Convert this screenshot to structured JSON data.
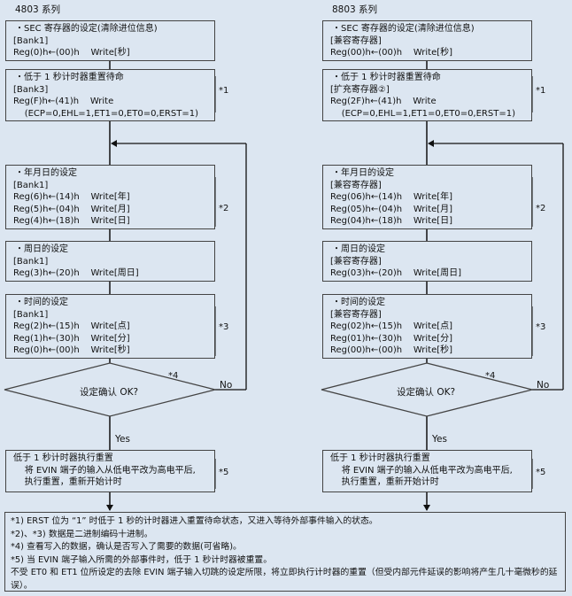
{
  "columns": [
    {
      "title": "4803 系列",
      "box1": [
        "・SEC 寄存器的设定(清除进位信息)",
        "[Bank1]",
        "Reg(0)h←(00)h    Write[秒]"
      ],
      "box2": [
        "・低于 1 秒计时器重置待命",
        "[Bank3]",
        "Reg(F)h←(41)h    Write",
        "    (ECP=0,EHL=1,ET1=0,ET0=0,ERST=1)"
      ],
      "box3": [
        "・年月日的设定",
        "[Bank1]",
        "Reg(6)h←(14)h    Write[年]",
        "Reg(5)h←(04)h    Write[月]",
        "Reg(4)h←(18)h    Write[日]"
      ],
      "box4": [
        "・周日的设定",
        "[Bank1]",
        "Reg(3)h←(20)h    Write[周日]"
      ],
      "box5": [
        "・时间的设定",
        "[Bank1]",
        "Reg(2)h←(15)h    Write[点]",
        "Reg(1)h←(30)h    Write[分]",
        "Reg(0)h←(00)h    Write[秒]"
      ],
      "decision": "设定确认 OK?",
      "yes": "Yes",
      "no": "No",
      "box6": [
        "低于 1 秒计时器执行重置",
        "    将 EVIN 端子的输入从低电平改为高电平后,",
        "    执行重置，重新开始计时"
      ],
      "marks": [
        "*1",
        "*2",
        "*3",
        "*4",
        "*5"
      ]
    },
    {
      "title": "8803 系列",
      "box1": [
        "・SEC 寄存器的设定(清除进位信息)",
        "[兼容寄存器]",
        "Reg(00)h←(00)h    Write[秒]"
      ],
      "box2": [
        "・低于 1 秒计时器重置待命",
        "[扩充寄存器②]",
        "Reg(2F)h←(41)h    Write",
        "    (ECP=0,EHL=1,ET1=0,ET0=0,ERST=1)"
      ],
      "box3": [
        "・年月日的设定",
        "[兼容寄存器]",
        "Reg(06)h←(14)h    Write[年]",
        "Reg(05)h←(04)h    Write[月]",
        "Reg(04)h←(18)h    Write[日]"
      ],
      "box4": [
        "・周日的设定",
        "[兼容寄存器]",
        "Reg(03)h←(20)h    Write[周日]"
      ],
      "box5": [
        "・时间的设定",
        "[兼容寄存器]",
        "Reg(02)h←(15)h    Write[点]",
        "Reg(01)h←(30)h    Write[分]",
        "Reg(00)h←(00)h    Write[秒]"
      ],
      "decision": "设定确认 OK?",
      "yes": "Yes",
      "no": "No",
      "box6": [
        "低于 1 秒计时器执行重置",
        "    将 EVIN 端子的输入从低电平改为高电平后,",
        "    执行重置，重新开始计时"
      ],
      "marks": [
        "*1",
        "*2",
        "*3",
        "*4",
        "*5"
      ]
    }
  ],
  "notes": [
    "*1)   ERST 位为 “1” 时低于 1 秒的计时器进入重置待命状态，又进入等待外部事件输入的状态。",
    "*2)、*3)   数据是二进制编码十进制。",
    "*4)   查看写入的数据，确认是否写入了需要的数据(可省略)。",
    "*5)   当 EVIN 端子输入所需的外部事件时，低于 1 秒计时器被重置。",
    "不受 ET0 和 ET1 位所设定的去除 EVIN 端子输入切跳的设定所限，将立即执行计时器的重置（但受内部元件延误的影响将产生几十毫微秒的延误）。"
  ]
}
